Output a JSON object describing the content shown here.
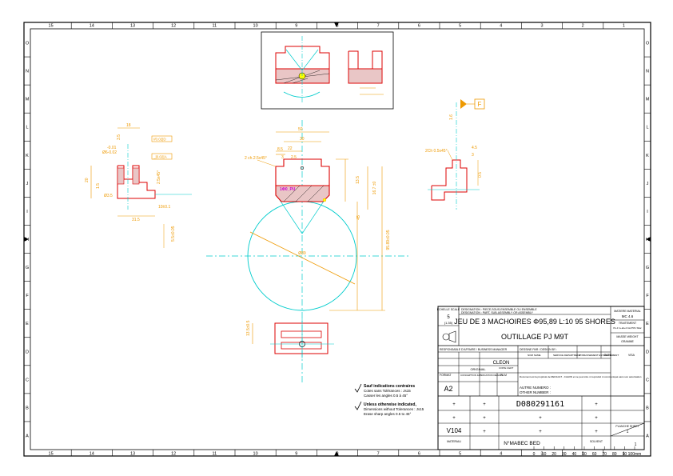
{
  "border": {
    "columns": [
      "15",
      "14",
      "13",
      "12",
      "11",
      "10",
      "9",
      "8",
      "7",
      "6",
      "5",
      "4",
      "3",
      "2",
      "1"
    ],
    "rows": [
      "O",
      "N",
      "M",
      "L",
      "K",
      "J",
      "I",
      "H",
      "G",
      "F",
      "E",
      "D",
      "C",
      "B",
      "A"
    ]
  },
  "main_view": {
    "dims": [
      "50",
      "30",
      "22",
      "8.5",
      "2.5",
      "3",
      "2 ch.2.5x45°",
      "13.5",
      "16.7 ±0",
      "45",
      "95.89±0.05",
      "Ø89"
    ],
    "label": "1Φ0_PU"
  },
  "left_view": {
    "dims": [
      "18",
      "3.5",
      "Ø6-0.02",
      "-0.01",
      "//0.02|D",
      "_|0.02|A",
      "20",
      "Ø3.5",
      "31.5",
      "10±0.1",
      "2.5x45°",
      "1.5",
      "5.5±0.05"
    ]
  },
  "right_view": {
    "datum": "F",
    "dims": [
      "1.6",
      "2Ch 0.5x45°",
      "4.5",
      "3",
      "0.5"
    ]
  },
  "bottom_view": {
    "dims": [
      "13.5±0.5"
    ]
  },
  "notes": {
    "line1": "Sauf indications contraires",
    "line2": "Cotes sans Tolérances : Js15",
    "line3": "Casser les angles 0.5 à 45°",
    "line4": "Unless otherwise indicated,",
    "line5": "Dimensions without Tolerances : Js15",
    "line6": "Erase sharp angles 0.5 to 45°"
  },
  "title_block": {
    "scale_label": "ECHELLE SCALE",
    "scale_value": "5",
    "scale_sub": "(1.35)",
    "designation_fr": "DESIGNATION : PIECE,SOUS-ENSEMBLE OU ENSEMBLE",
    "designation_en": "DESIGNATION : PART, SUB-ASSEMBLY OR ASSEMBLY",
    "title_line1": "JEU DE 3 MACHOIRES Φ95,89 L:10 95 SHORES",
    "title_line2": "OUTILLAGE PJ M9T",
    "matiere_label": "MATIERE MATERIAL",
    "matiere_value": "MC 4.6",
    "traitement_label": "TRAITEMENT",
    "traitement_value": "Pi+3 1+ali+2 1ks75% Stlar",
    "masse_label": "MASSE WEIGHT",
    "masse_value": "GRAMME",
    "responsable": "RESPONSABLE D'AFFAIRE / BUSINESS MANAGER",
    "dessine": "DESSINE PAR / DESIGN BY :",
    "nom": "NOM NAME",
    "service": "SERVICE DEPARTMENT",
    "etablissement": "ETABLISSEMENT ESTABLISHMENT",
    "date": "DATE",
    "visa": "VISA",
    "company": "CLEON",
    "original": "ORIGINAL",
    "format_label": "FORMAT",
    "format_value": "A2",
    "conception": "CONCEPTION FABRICATION DESIGN",
    "film": "FILM",
    "copie": "COPIE CERT",
    "legal": "Document est la propriété de RENAULT - CLEON et ne peut être ni reproduit ni communiqué sans son autorisation",
    "autre_numero": "AUTRE NUMERO :",
    "other_number": "OTHER NUMBER :",
    "drawing_number": "D080291161",
    "plus": "+",
    "version": "V104",
    "nomenclature": "N°MABEC BED",
    "materiau": "MATERIAU",
    "solvent": "SOLVENT",
    "planche_label": "PLANCHE SHEET",
    "planche_value": "1",
    "folio": "1",
    "scale_bar": [
      "0",
      "10",
      "20",
      "30",
      "40",
      "50",
      "60",
      "70",
      "80",
      "90",
      "100mm"
    ]
  }
}
